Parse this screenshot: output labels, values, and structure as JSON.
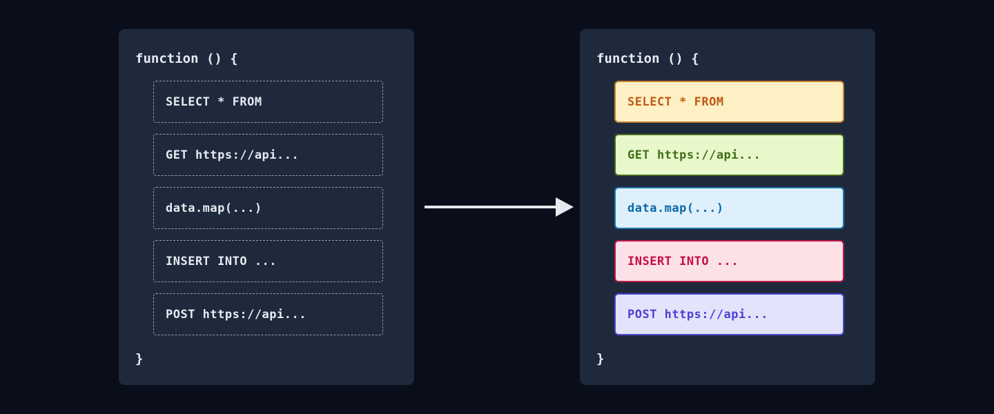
{
  "left_panel": {
    "header": "function () {",
    "footer": "}",
    "items": [
      {
        "label": "SELECT * FROM"
      },
      {
        "label": "GET https://api..."
      },
      {
        "label": "data.map(...)"
      },
      {
        "label": "INSERT INTO ..."
      },
      {
        "label": "POST https://api..."
      }
    ]
  },
  "right_panel": {
    "header": "function () {",
    "footer": "}",
    "items": [
      {
        "label": "SELECT * FROM",
        "bg": "#fcf0c4",
        "border": "#c8802f",
        "color": "#c05a15"
      },
      {
        "label": "GET https://api...",
        "bg": "#e8f8cb",
        "border": "#4a6d1d",
        "color": "#3f6e15"
      },
      {
        "label": "data.map(...)",
        "bg": "#def0fc",
        "border": "#2074ad",
        "color": "#0c67a8"
      },
      {
        "label": "INSERT INTO ...",
        "bg": "#fce1e6",
        "border": "#c1184e",
        "color": "#c50d47"
      },
      {
        "label": "POST https://api...",
        "bg": "#e4e3fc",
        "border": "#4d46cf",
        "color": "#4b42d2"
      }
    ]
  },
  "colors": {
    "page_background": "#0a0e1a",
    "panel_background": "#1e293b",
    "code_text": "#e7ebf2",
    "dashed_border": "#97a1b0",
    "arrow": "#e7e9ee"
  }
}
